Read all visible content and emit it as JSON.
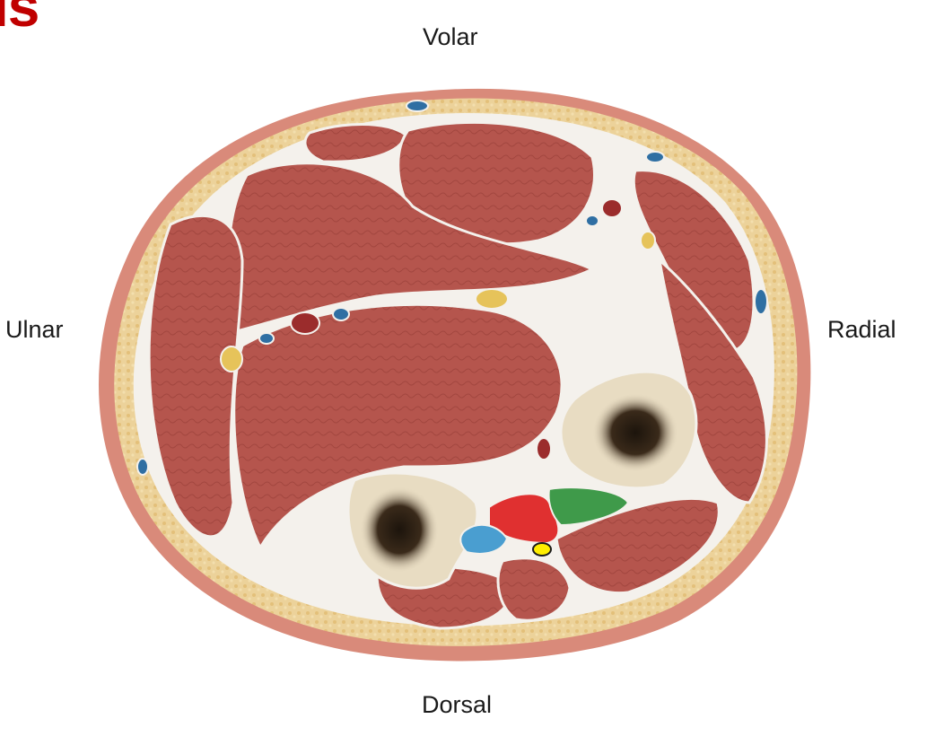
{
  "header": {
    "title_fragment": "ls"
  },
  "orientation": {
    "top": "Volar",
    "left": "Ulnar",
    "right": "Radial",
    "bottom": "Dorsal"
  },
  "colors": {
    "title": "#c00000",
    "skin": "#d98a7a",
    "fat": "#ecd29a",
    "fascia": "#f4f1ec",
    "muscle": "#b5554d",
    "bone_cortex": "#e8dcc2",
    "marrow": "#2b2118",
    "artery": "#9b2c2c",
    "vein": "#2f6fa3",
    "nerve": "#e6c35a",
    "highlight_red": "#e03030",
    "highlight_green": "#3f9a4a",
    "highlight_blue": "#4a9ed0",
    "highlight_yellow": "#ffee00"
  },
  "figure": {
    "kind": "forearm cross-section illustration",
    "highlighted_regions": [
      "red",
      "green",
      "blue",
      "yellow"
    ]
  }
}
